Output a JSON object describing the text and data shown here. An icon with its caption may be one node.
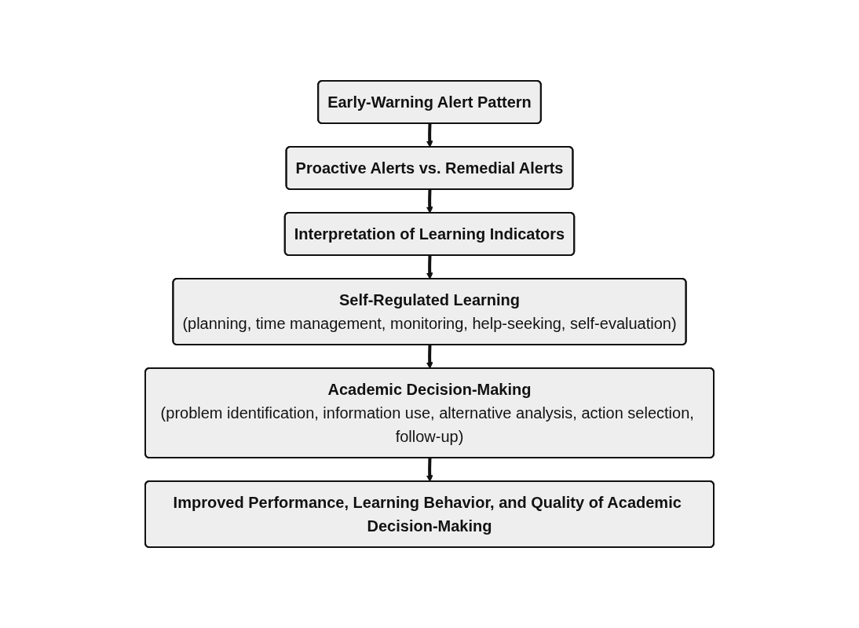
{
  "diagram": {
    "nodes": [
      {
        "text": [
          "Early-Warning Alert Pattern"
        ]
      },
      {
        "text": [
          "Proactive Alerts vs. Remedial Alerts"
        ]
      },
      {
        "text": [
          "Interpretation of Learning Indicators"
        ]
      },
      {
        "text": [
          "Self-Regulated Learning",
          "(planning, time management, monitoring, help-seeking, self-evaluation)"
        ]
      },
      {
        "text": [
          "Academic Decision-Making",
          "(problem identification, information use, alternative analysis, action selection, follow-up)"
        ]
      },
      {
        "text": [
          "Improved Performance, Learning Behavior, and Quality of Academic Decision-Making"
        ]
      }
    ],
    "edges": [
      {
        "from": 0,
        "to": 1,
        "arrow": "to"
      },
      {
        "from": 1,
        "to": 2,
        "arrow": "to"
      },
      {
        "from": 2,
        "to": 3,
        "arrow": "to"
      },
      {
        "from": 3,
        "to": 4,
        "arrow": "to"
      },
      {
        "from": 4,
        "to": 5,
        "arrow": "to"
      }
    ]
  }
}
